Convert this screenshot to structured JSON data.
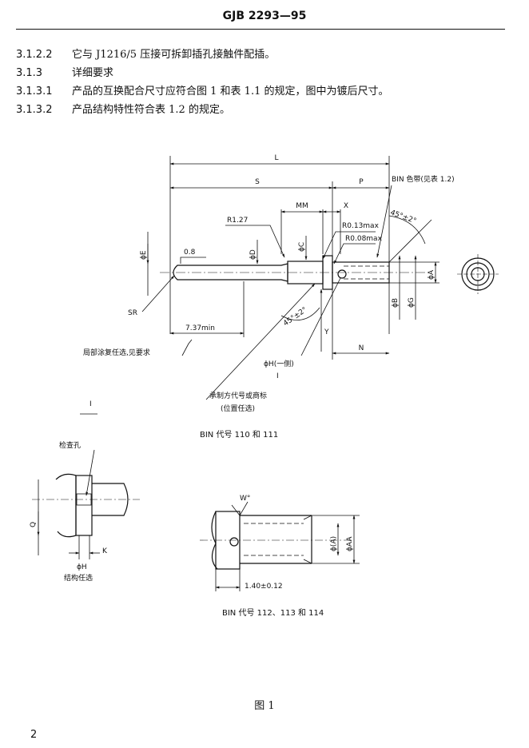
{
  "header": {
    "doc_code": "GJB 2293—95"
  },
  "paragraphs": [
    {
      "num": "3.1.2.2",
      "text": "它与 J1216/5 压接可拆卸插孔接触件配插。"
    },
    {
      "num": "3.1.3",
      "text": "详细要求"
    },
    {
      "num": "3.1.3.1",
      "text": "产品的互换配合尺寸应符合图 1 和表 1.1 的规定，图中为镀后尺寸。"
    },
    {
      "num": "3.1.3.2",
      "text": "产品结构特性符合表 1.2 的规定。"
    }
  ],
  "figure": {
    "main": {
      "L": "L",
      "S": "S",
      "P": "P",
      "MM": "MM",
      "X": "X",
      "bin_band": "BIN 色带(见表 1.2)",
      "angle_right": "45°±2°",
      "angle_lower": "45°±2°",
      "r127": "R1.27",
      "r013": "R0.13max",
      "r008": "R0.08max",
      "dE": "ϕE",
      "d08": "0.8",
      "dD": "ϕD",
      "dC": "ϕC",
      "dA": "ϕA",
      "dB": "ϕB",
      "dG": "ϕG",
      "SR": "SR",
      "len737": "7.37min",
      "coating": "局部涂复任选,见要求",
      "Y": "Y",
      "N": "N",
      "dH_one": "ϕH(一侧)",
      "I": "I",
      "maker": "承制方代号或商标",
      "maker_pos": "(位置任选)"
    },
    "view_I_label": "I",
    "caption_110": "BIN 代号 110 和  111",
    "detail": {
      "hole": "检查孔",
      "Q": "Q",
      "K": "K",
      "dH": "ϕH",
      "structure": "结构任选"
    },
    "bin112": {
      "W": "W°",
      "dAp": "ϕ(A)",
      "dAA": "ϕAA",
      "dim": "1.40±0.12",
      "caption": "BIN 代号 112、113 和 114"
    },
    "title": "图 1"
  },
  "page_number": "2"
}
